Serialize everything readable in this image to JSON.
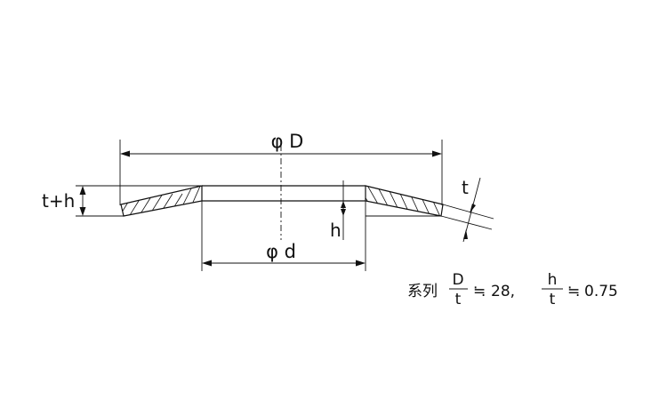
{
  "diagram": {
    "outer_diameter_label": "φ D",
    "inner_diameter_label": "φ d",
    "total_height_label": "t+h",
    "height_label": "h",
    "thickness_label": "t"
  },
  "note": {
    "series_label": "系列",
    "ratio1": {
      "numerator": "D",
      "denominator": "t",
      "approx": "≒",
      "value": "28,"
    },
    "ratio2": {
      "numerator": "h",
      "denominator": "t",
      "approx": "≒",
      "value": "0.75"
    }
  }
}
